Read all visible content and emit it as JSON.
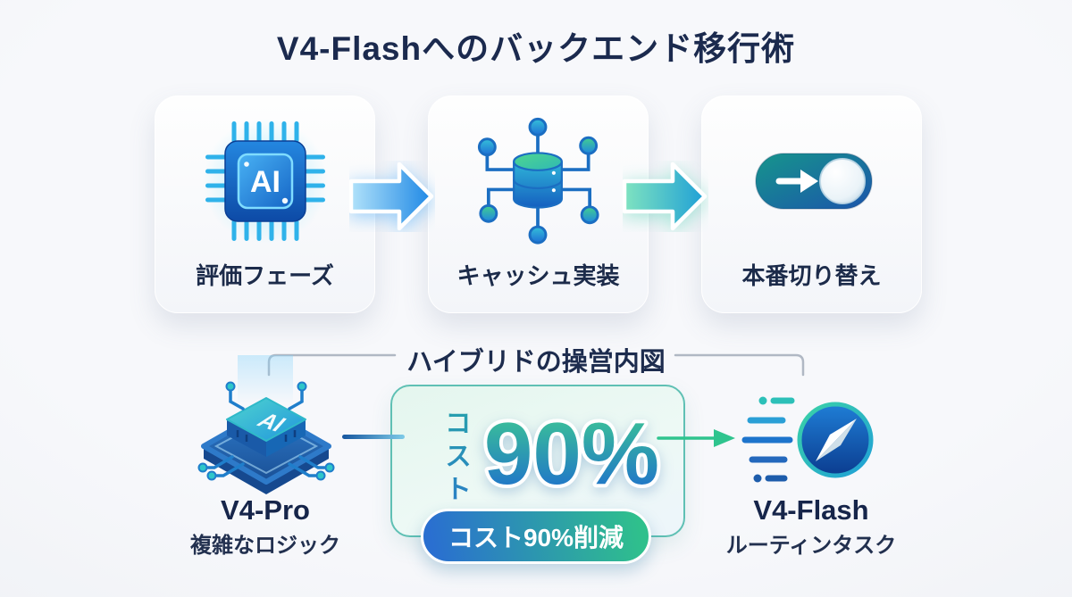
{
  "title": "V4-Flashへのバックエンド移行術",
  "chip_label": "AI",
  "steps": [
    {
      "label": "評価フェーズ",
      "icon": "ai-chip-icon"
    },
    {
      "label": "キャッシュ実装",
      "icon": "database-network-icon"
    },
    {
      "label": "本番切り替え",
      "icon": "toggle-switch-icon"
    }
  ],
  "hybrid": {
    "section_label": "ハイブリドの操営内図",
    "pro": {
      "name": "V4-Pro",
      "description": "複雑なロジック"
    },
    "cost": {
      "label": "コスト",
      "value": "90%",
      "badge": "コスト90%削減"
    },
    "flash": {
      "name": "V4-Flash",
      "description": "ルーティンタスク"
    }
  },
  "colors": {
    "title_text": "#1b2a4e",
    "accent_blue": "#1e88e5",
    "accent_teal": "#2fc48e",
    "box_border": "#5fc0b4",
    "badge_gradient_left": "#2a6fd0",
    "badge_gradient_right": "#2fc08c",
    "number_gradient_top": "#3fcd90",
    "number_gradient_bottom": "#1b67d2"
  }
}
